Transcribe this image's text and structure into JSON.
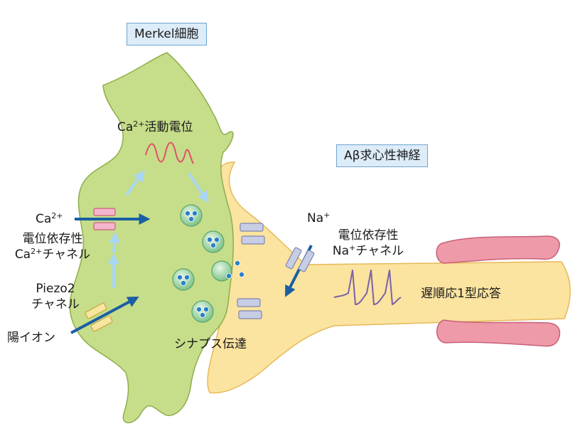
{
  "labels": {
    "merkel_cell": "Merkel細胞",
    "abeta_nerve": "Aβ求心性神経",
    "ca_action_potential": {
      "pre": "Ca",
      "sup": "2+",
      "post": "活動電位"
    },
    "ca_ion": {
      "pre": "Ca",
      "sup": "2+"
    },
    "ca_channel_line1": "電位依存性",
    "ca_channel_line2": {
      "pre": "Ca",
      "sup": "2+",
      "post": "チャネル"
    },
    "piezo2_line1": "Piezo2",
    "piezo2_line2": "チャネル",
    "cation": "陽イオン",
    "synapse": "シナプス伝達",
    "na_ion": {
      "pre": "Na",
      "sup": "+"
    },
    "na_channel_line1": "電位依存性",
    "na_channel_line2": {
      "pre": "Na",
      "sup": "+",
      "post": "チャネル"
    },
    "slow_adapting": "遅順応1型応答"
  },
  "colors": {
    "merkel_fill": "#c6dd8a",
    "merkel_stroke": "#8fae4c",
    "nerve_fill": "#fbe3a0",
    "nerve_stroke": "#e6b95a",
    "myelin_fill": "#ee9aa8",
    "myelin_stroke": "#c8607a",
    "arrow_dark": "#1a5fa3",
    "arrow_light": "#a9d6f2",
    "ca_wave": "#e0506a",
    "spike_wave": "#7a62a8",
    "vesicle_fill": "#8fd09a",
    "vesicle_dot": "#2a80c6",
    "ca_channel_fill": "#f4b6cc",
    "piezo_fill": "#f6e6a0",
    "na_channel_fill": "#c8cde6"
  }
}
